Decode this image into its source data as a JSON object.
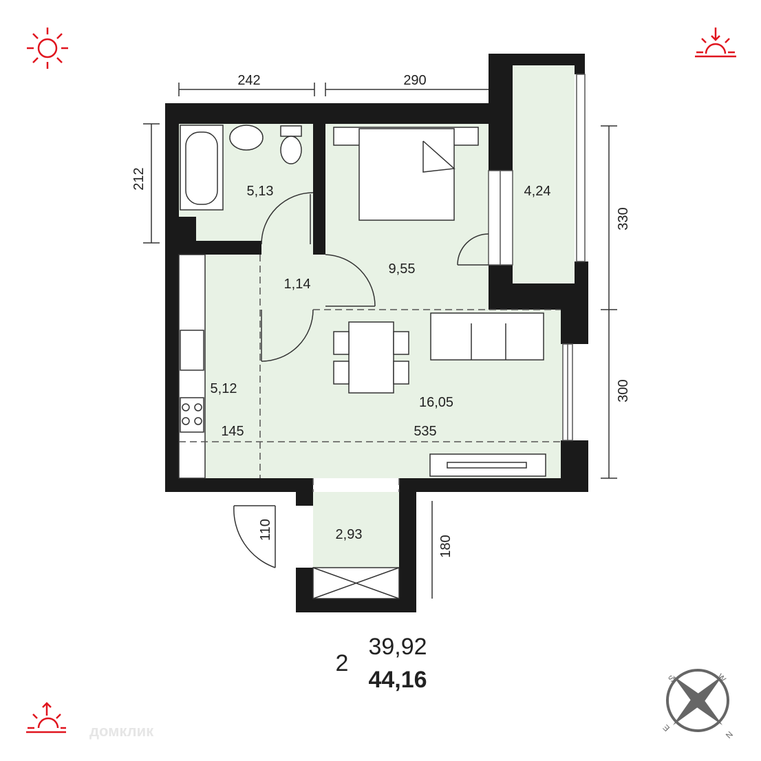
{
  "rooms": [
    {
      "name": "bathroom",
      "area": "5,13"
    },
    {
      "name": "bedroom",
      "area": "9,55"
    },
    {
      "name": "balcony",
      "area": "4,24"
    },
    {
      "name": "hall",
      "area": "1,14"
    },
    {
      "name": "kitchen",
      "area": "5,12"
    },
    {
      "name": "living",
      "area": "16,05"
    },
    {
      "name": "entrance",
      "area": "2,93"
    }
  ],
  "dimensions": {
    "top_left": "242",
    "top_right": "290",
    "left": "212",
    "right_top": "330",
    "right_bottom": "300",
    "kitchen_width": "145",
    "living_width": "535",
    "door_width": "110",
    "entrance_length": "180"
  },
  "summary": {
    "rooms_count": "2",
    "living_area": "39,92",
    "total_area": "44,16"
  },
  "watermark": "домклик",
  "icons": {
    "top_left": "sun-icon",
    "top_right": "sunset-icon",
    "bottom_left": "sunrise-icon",
    "bottom_right": "compass-icon"
  },
  "compass": {
    "labels": [
      "S",
      "W",
      "E",
      "N"
    ]
  },
  "colors": {
    "wall": "#1a1a1a",
    "floor": "#e8f2e5",
    "accent": "#e0141e",
    "compass": "#666666"
  }
}
